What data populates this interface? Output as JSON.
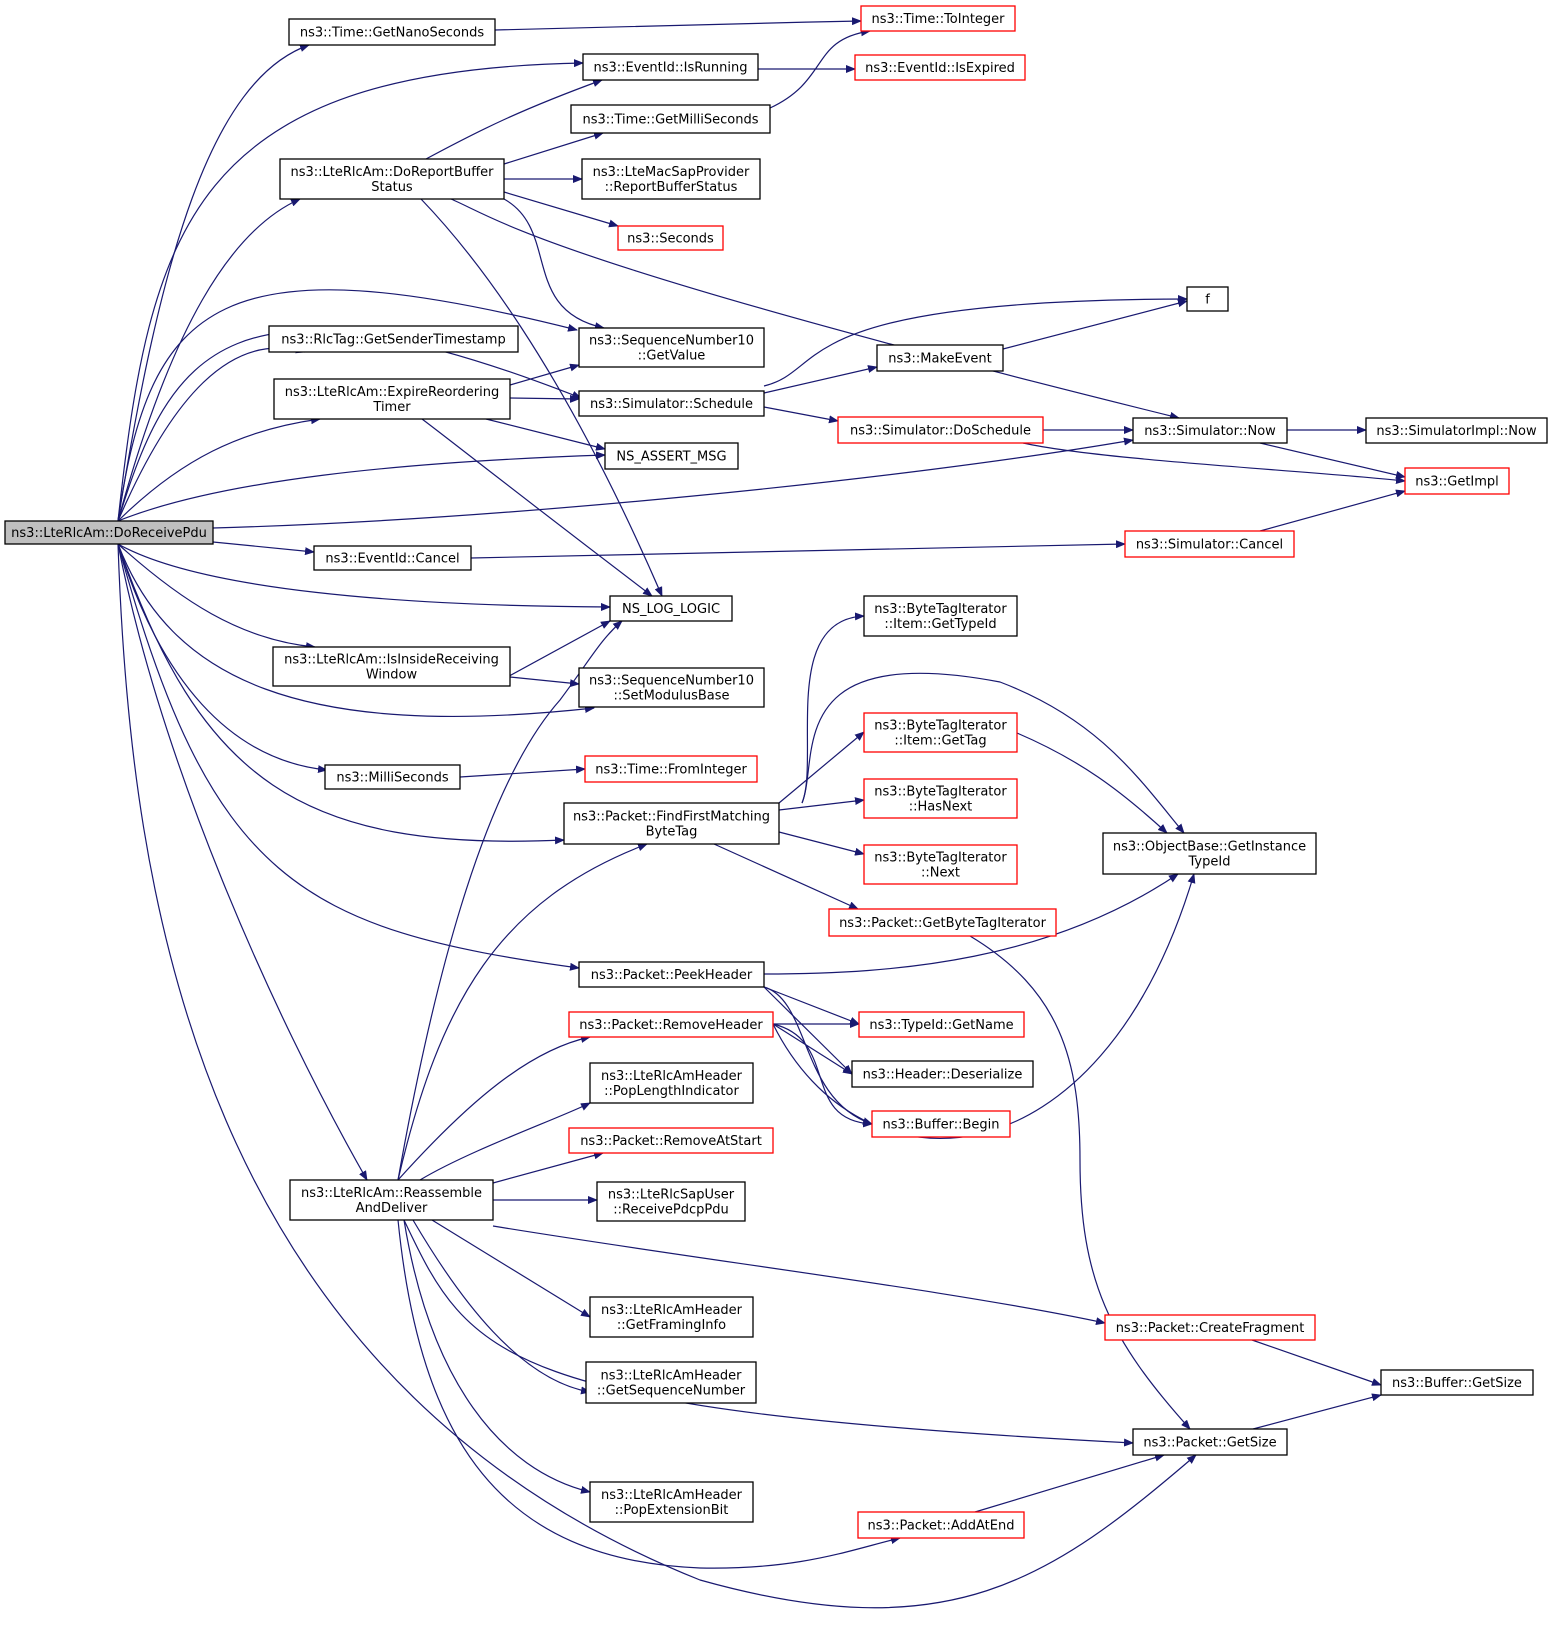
{
  "colors": {
    "edge": "#191970",
    "normal_border": "#000000",
    "truncated_border": "#ff0000",
    "root_fill": "#bfbfbf",
    "node_fill": "#ffffff"
  },
  "nodes": [
    {
      "id": "n_root",
      "lines": [
        "ns3::LteRlcAm::DoReceivePdu"
      ],
      "style": "root"
    },
    {
      "id": "n_getnano",
      "lines": [
        "ns3::Time::GetNanoSeconds"
      ],
      "style": "normal"
    },
    {
      "id": "n_tointeger",
      "lines": [
        "ns3::Time::ToInteger"
      ],
      "style": "truncated"
    },
    {
      "id": "n_isrunning",
      "lines": [
        "ns3::EventId::IsRunning"
      ],
      "style": "normal"
    },
    {
      "id": "n_isexpired",
      "lines": [
        "ns3::EventId::IsExpired"
      ],
      "style": "truncated"
    },
    {
      "id": "n_getmilli",
      "lines": [
        "ns3::Time::GetMilliSeconds"
      ],
      "style": "normal"
    },
    {
      "id": "n_doreport",
      "lines": [
        "ns3::LteRlcAm::DoReportBuffer",
        "Status"
      ],
      "style": "normal"
    },
    {
      "id": "n_macsap",
      "lines": [
        "ns3::LteMacSapProvider",
        "::ReportBufferStatus"
      ],
      "style": "normal"
    },
    {
      "id": "n_seconds",
      "lines": [
        "ns3::Seconds"
      ],
      "style": "truncated"
    },
    {
      "id": "n_f",
      "lines": [
        "f"
      ],
      "style": "normal"
    },
    {
      "id": "n_rlctag",
      "lines": [
        "ns3::RlcTag::GetSenderTimestamp"
      ],
      "style": "normal"
    },
    {
      "id": "n_seqgetval",
      "lines": [
        "ns3::SequenceNumber10",
        "::GetValue"
      ],
      "style": "normal"
    },
    {
      "id": "n_makeevent",
      "lines": [
        "ns3::MakeEvent"
      ],
      "style": "normal"
    },
    {
      "id": "n_expire",
      "lines": [
        "ns3::LteRlcAm::ExpireReordering",
        "Timer"
      ],
      "style": "normal"
    },
    {
      "id": "n_schedule",
      "lines": [
        "ns3::Simulator::Schedule"
      ],
      "style": "normal"
    },
    {
      "id": "n_doschedule",
      "lines": [
        "ns3::Simulator::DoSchedule"
      ],
      "style": "truncated"
    },
    {
      "id": "n_simnow",
      "lines": [
        "ns3::Simulator::Now"
      ],
      "style": "normal"
    },
    {
      "id": "n_simimplnow",
      "lines": [
        "ns3::SimulatorImpl::Now"
      ],
      "style": "normal"
    },
    {
      "id": "n_assert",
      "lines": [
        "NS_ASSERT_MSG"
      ],
      "style": "normal"
    },
    {
      "id": "n_getimpl",
      "lines": [
        "ns3::GetImpl"
      ],
      "style": "truncated"
    },
    {
      "id": "n_simcancel",
      "lines": [
        "ns3::Simulator::Cancel"
      ],
      "style": "truncated"
    },
    {
      "id": "n_evcancel",
      "lines": [
        "ns3::EventId::Cancel"
      ],
      "style": "normal"
    },
    {
      "id": "n_nslog",
      "lines": [
        "NS_LOG_LOGIC"
      ],
      "style": "normal"
    },
    {
      "id": "n_btigettype",
      "lines": [
        "ns3::ByteTagIterator",
        "::Item::GetTypeId"
      ],
      "style": "normal"
    },
    {
      "id": "n_inside",
      "lines": [
        "ns3::LteRlcAm::IsInsideReceiving",
        "Window"
      ],
      "style": "normal"
    },
    {
      "id": "n_setmod",
      "lines": [
        "ns3::SequenceNumber10",
        "::SetModulusBase"
      ],
      "style": "normal"
    },
    {
      "id": "n_btigettag",
      "lines": [
        "ns3::ByteTagIterator",
        "::Item::GetTag"
      ],
      "style": "truncated"
    },
    {
      "id": "n_millisec",
      "lines": [
        "ns3::MilliSeconds"
      ],
      "style": "normal"
    },
    {
      "id": "n_frominteger",
      "lines": [
        "ns3::Time::FromInteger"
      ],
      "style": "truncated"
    },
    {
      "id": "n_btihasnext",
      "lines": [
        "ns3::ByteTagIterator",
        "::HasNext"
      ],
      "style": "truncated"
    },
    {
      "id": "n_findfirst",
      "lines": [
        "ns3::Packet::FindFirstMatching",
        "ByteTag"
      ],
      "style": "normal"
    },
    {
      "id": "n_objbase",
      "lines": [
        "ns3::ObjectBase::GetInstance",
        "TypeId"
      ],
      "style": "normal"
    },
    {
      "id": "n_btinext",
      "lines": [
        "ns3::ByteTagIterator",
        "::Next"
      ],
      "style": "truncated"
    },
    {
      "id": "n_getbti",
      "lines": [
        "ns3::Packet::GetByteTagIterator"
      ],
      "style": "truncated"
    },
    {
      "id": "n_peek",
      "lines": [
        "ns3::Packet::PeekHeader"
      ],
      "style": "normal"
    },
    {
      "id": "n_removehdr",
      "lines": [
        "ns3::Packet::RemoveHeader"
      ],
      "style": "truncated"
    },
    {
      "id": "n_getname",
      "lines": [
        "ns3::TypeId::GetName"
      ],
      "style": "truncated"
    },
    {
      "id": "n_deserialize",
      "lines": [
        "ns3::Header::Deserialize"
      ],
      "style": "normal"
    },
    {
      "id": "n_poplen",
      "lines": [
        "ns3::LteRlcAmHeader",
        "::PopLengthIndicator"
      ],
      "style": "normal"
    },
    {
      "id": "n_bufbegin",
      "lines": [
        "ns3::Buffer::Begin"
      ],
      "style": "truncated"
    },
    {
      "id": "n_removeatstart",
      "lines": [
        "ns3::Packet::RemoveAtStart"
      ],
      "style": "truncated"
    },
    {
      "id": "n_reassemble",
      "lines": [
        "ns3::LteRlcAm::Reassemble",
        "AndDeliver"
      ],
      "style": "normal"
    },
    {
      "id": "n_rlcsap",
      "lines": [
        "ns3::LteRlcSapUser",
        "::ReceivePdcpPdu"
      ],
      "style": "normal"
    },
    {
      "id": "n_framing",
      "lines": [
        "ns3::LteRlcAmHeader",
        "::GetFramingInfo"
      ],
      "style": "normal"
    },
    {
      "id": "n_createfrag",
      "lines": [
        "ns3::Packet::CreateFragment"
      ],
      "style": "truncated"
    },
    {
      "id": "n_getseqnum",
      "lines": [
        "ns3::LteRlcAmHeader",
        "::GetSequenceNumber"
      ],
      "style": "normal"
    },
    {
      "id": "n_bufgetsize",
      "lines": [
        "ns3::Buffer::GetSize"
      ],
      "style": "normal"
    },
    {
      "id": "n_pktgetsize",
      "lines": [
        "ns3::Packet::GetSize"
      ],
      "style": "normal"
    },
    {
      "id": "n_popext",
      "lines": [
        "ns3::LteRlcAmHeader",
        "::PopExtensionBit"
      ],
      "style": "normal"
    },
    {
      "id": "n_addatend",
      "lines": [
        "ns3::Packet::AddAtEnd"
      ],
      "style": "truncated"
    }
  ]
}
